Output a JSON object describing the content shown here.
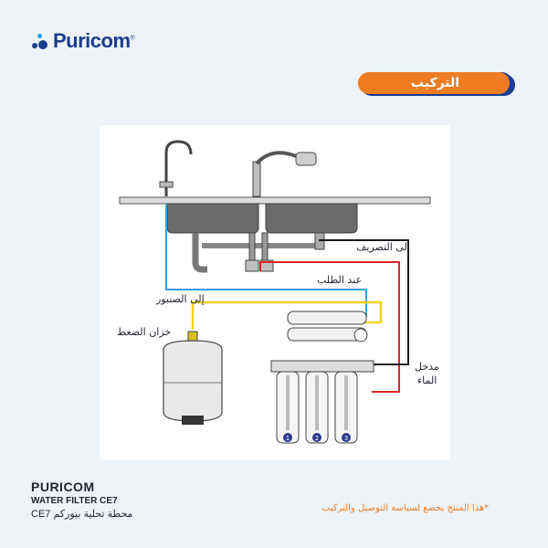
{
  "brand": {
    "logo_text": "Puricom",
    "logo_mark": "®"
  },
  "section_tab": {
    "label": "التركيب"
  },
  "diagram": {
    "labels": {
      "drain": "إلى التصريف",
      "on_demand": "عند الطلب",
      "to_faucet": "إلى الصنبور",
      "pressure_tank": "خزان الضغط",
      "water_inlet_line1": "مدخل",
      "water_inlet_line2": "الماء"
    },
    "filter_numbers": [
      "1",
      "2",
      "3"
    ],
    "colors": {
      "inlet_line": "#d9252a",
      "faucet_line": "#3a9fe0",
      "tank_line": "#f2d21b",
      "drain_line": "#1a1a1a"
    }
  },
  "footer": {
    "brand": "PURICOM",
    "model": "WATER FILTER CE7",
    "model_ar": "محطة تحلية بيوركم CE7",
    "footnote": "*هذا المنتج يخضع لسياسة التوصيل والتركيب"
  },
  "colors": {
    "brand_blue": "#1a3d8f",
    "accent_orange": "#ee7c22",
    "background": "#eef3f8"
  }
}
